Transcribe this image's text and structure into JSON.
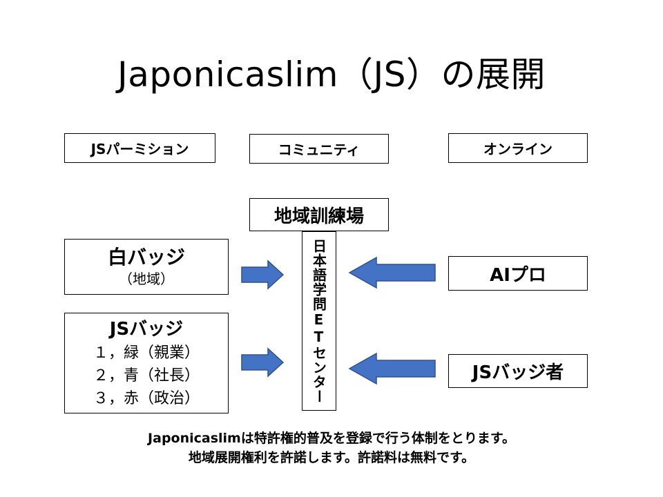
{
  "title": "Japonicaslim（JS）の展開",
  "top_boxes": {
    "left": "JSパーミション",
    "center": "コミュニティ",
    "right": "オンライン"
  },
  "center": {
    "header": "地域訓練場",
    "vertical": "日本語学問ETセンター"
  },
  "left_boxes": {
    "white_badge": {
      "title": "白バッジ",
      "subtitle": "（地域）"
    },
    "js_badge": {
      "title": "JSバッジ",
      "items": [
        "１，緑（親業）",
        "２，青（社長）",
        "３，赤（政治）"
      ]
    }
  },
  "right_boxes": {
    "ai_pro": "AIプロ",
    "js_badge_holder": "JSバッジ者"
  },
  "footer": {
    "line1": "Japonicaslimは特許権的普及を登録で行う体制をとります。",
    "line2": "地域展開権利を許諾します。許諾料は無料です。"
  },
  "colors": {
    "arrow_fill": "#4472C4",
    "arrow_stroke": "#2F528F"
  }
}
